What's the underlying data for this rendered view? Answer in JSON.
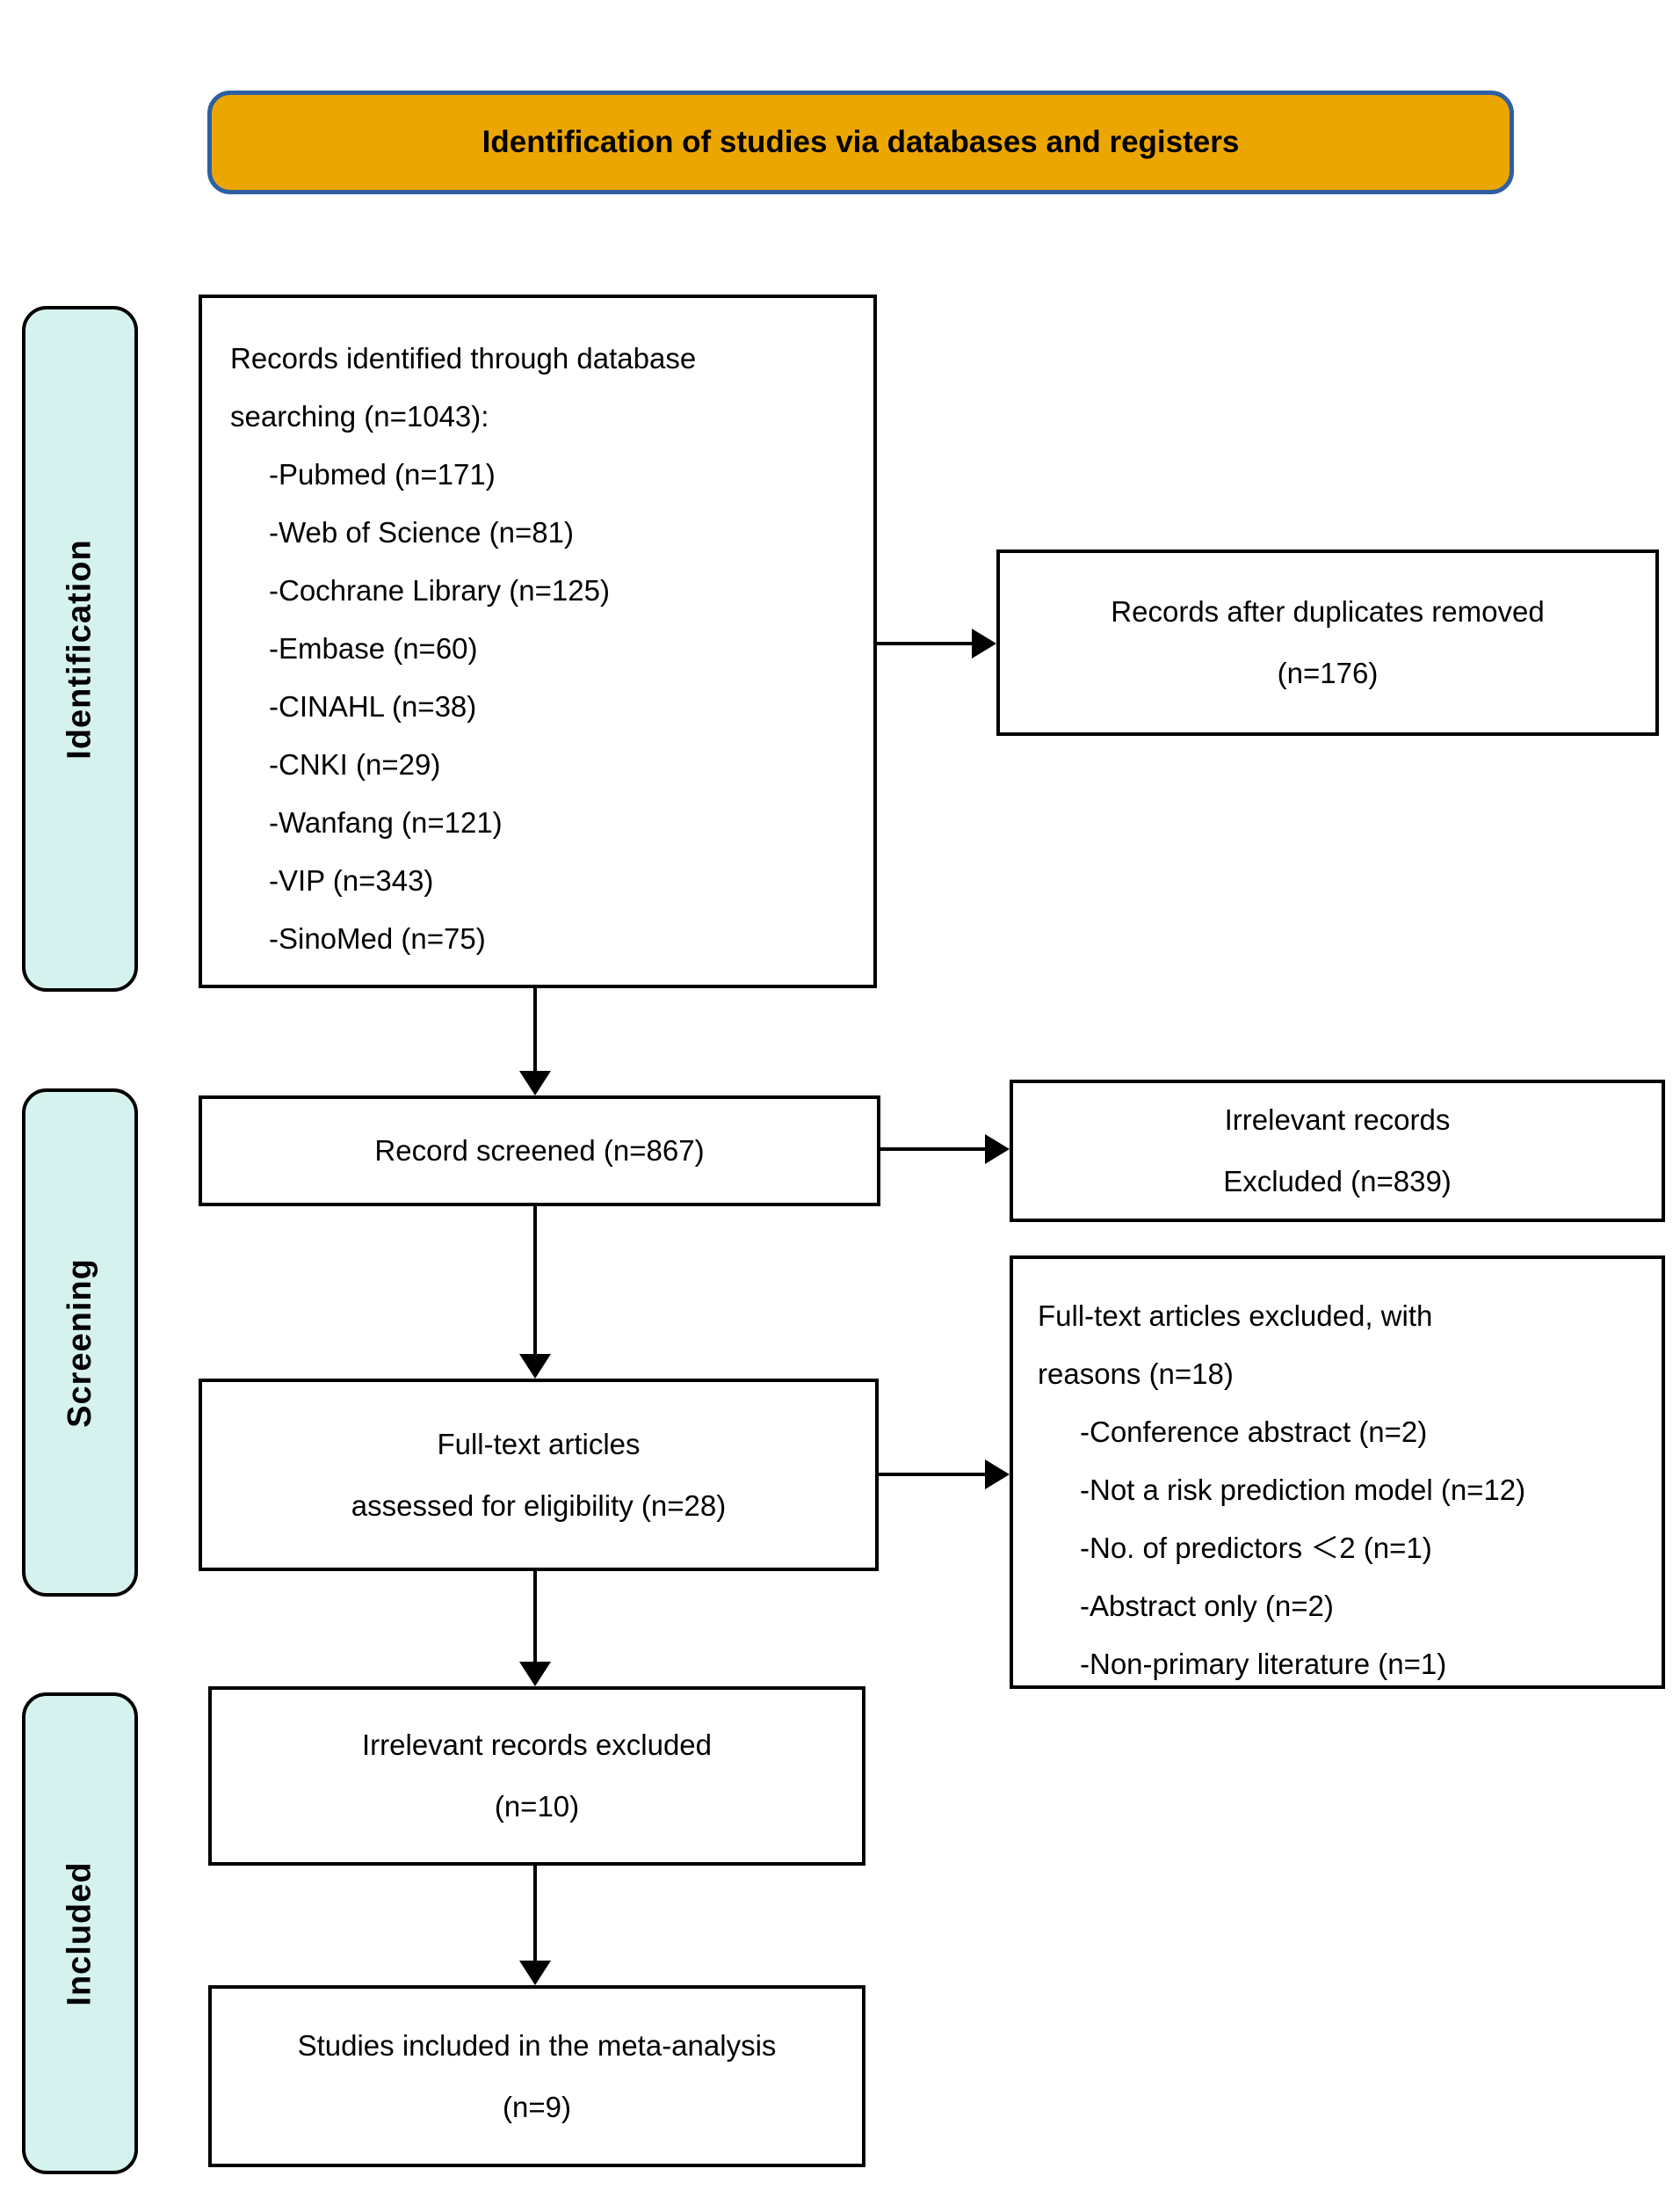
{
  "banner": {
    "title": "Identification of studies via databases and registers"
  },
  "stages": {
    "identification": "Identification",
    "screening": "Screening",
    "included": "Included"
  },
  "boxes": {
    "records_identified": {
      "line1": "Records identified through database",
      "line2": "searching (n=1043):",
      "items": [
        "-Pubmed (n=171)",
        "-Web of Science (n=81)",
        "-Cochrane Library (n=125)",
        "-Embase (n=60)",
        "-CINAHL (n=38)",
        "-CNKI (n=29)",
        "-Wanfang (n=121)",
        "-VIP (n=343)",
        "-SinoMed (n=75)"
      ]
    },
    "duplicates_removed": {
      "line1": "Records after duplicates removed",
      "line2": "(n=176)"
    },
    "records_screened": {
      "line1": "Record screened (n=867)"
    },
    "irrelevant_records": {
      "line1": "Irrelevant records",
      "line2": "Excluded (n=839)"
    },
    "fulltext_assessed": {
      "line1": "Full-text articles",
      "line2": "assessed for eligibility (n=28)"
    },
    "fulltext_excluded": {
      "line1": "Full-text articles excluded, with",
      "line2": "reasons (n=18)",
      "items": [
        "-Conference abstract (n=2)",
        "-Not a risk prediction model (n=12)",
        "-No. of predictors ＜2 (n=1)",
        "-Abstract only (n=2)",
        "-Non-primary literature (n=1)"
      ]
    },
    "irrelevant_excluded": {
      "line1": "Irrelevant records excluded",
      "line2": "(n=10)"
    },
    "studies_included": {
      "line1": "Studies included in the meta-analysis",
      "line2": "(n=9)"
    }
  },
  "colors": {
    "banner_fill": "#EBA602",
    "banner_border": "#2E5FA3",
    "stage_fill": "#D6F2EE",
    "box_border": "#000000",
    "box_fill": "#FFFFFF",
    "arrow": "#000000",
    "text": "#000000"
  }
}
